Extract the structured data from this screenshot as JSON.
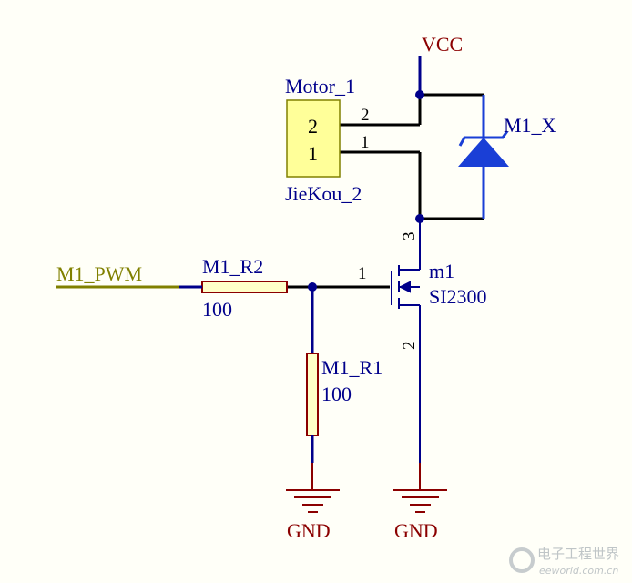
{
  "power": {
    "vcc": "VCC",
    "gnd_left": "GND",
    "gnd_right": "GND"
  },
  "connector": {
    "designator": "Motor_1",
    "comment": "JieKou_2",
    "pin_a": "2",
    "pin_b": "1",
    "wire_pin_a": "2",
    "wire_pin_b": "1"
  },
  "diode": {
    "designator": "M1_X"
  },
  "mosfet": {
    "designator": "m1",
    "part": "SI2300",
    "gate_pin": "1",
    "drain_pin": "3",
    "source_pin": "2"
  },
  "r2": {
    "designator": "M1_R2",
    "value": "100"
  },
  "r1": {
    "designator": "M1_R1",
    "value": "100"
  },
  "net": {
    "pwm": "M1_PWM"
  },
  "watermark": {
    "cn": "电子工程世界",
    "url": "eeworld.com.cn"
  },
  "colors": {
    "wire": "#000000",
    "component": "#00008b",
    "label": "#00008b",
    "power": "#8b0000",
    "net": "#808000",
    "connector_fill": "#ffff99",
    "connector_stroke": "#808000",
    "diode": "#1a3fd6",
    "resistor_fill": "#ffffc8",
    "resistor_stroke": "#8b0000"
  }
}
